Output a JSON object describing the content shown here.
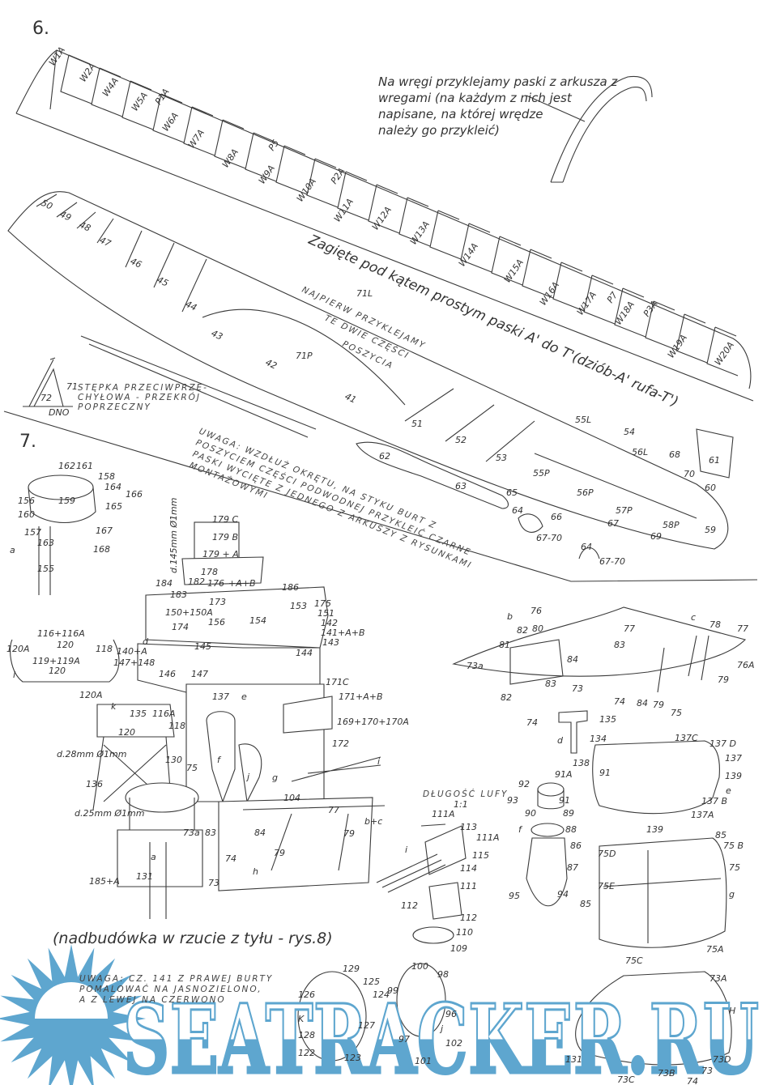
{
  "figure6": {
    "number": "6.",
    "frames_note": [
      "Na wręgi przyklejamy paski z arkusza z",
      "wregami (na każdym z nich jest",
      "napisane, na której wrędze",
      "należy go przykleić)"
    ],
    "bend_note": "Zagięte pod kątem prostym paski A' do T'(dziób-A' rufa-T')",
    "first_glue_note": [
      "NAJPIERW PRZYKLEJAMY",
      "TE DWIE CZĘŚCI",
      "POSZYCIA"
    ],
    "keel_note": [
      "STĘPKA PRZECIWPRZE-",
      "CHYŁOWA - PRZEKRÓJ",
      "POPRZECZNY"
    ],
    "keel_labels": [
      "71",
      "72",
      "DNO"
    ],
    "frame_labels": [
      "W1A",
      "W2A",
      "W4A",
      "W5A",
      "P1A",
      "W6A",
      "W7A",
      "W8A",
      "P5",
      "W9A",
      "W10A",
      "P2A",
      "W11A",
      "W12A",
      "W13A",
      "W14A",
      "W15A",
      "W16A",
      "W17A",
      "P7",
      "W18A",
      "P3A",
      "W19A",
      "W20A"
    ],
    "hull_labels": [
      "50",
      "49",
      "48",
      "47",
      "46",
      "45",
      "44",
      "43",
      "42",
      "41",
      "51",
      "52",
      "53",
      "54",
      "55L",
      "56L",
      "55P",
      "56P",
      "57P",
      "58P",
      "59",
      "71L",
      "71P",
      "68",
      "70",
      "61",
      "60",
      "69",
      "67",
      "62",
      "63",
      "65",
      "64",
      "66",
      "67-70",
      "64",
      "67-70"
    ]
  },
  "figure7": {
    "number": "7.",
    "seam_note": [
      "UWAGA: WZDŁUŻ OKRĘTU, NA STYKU BURT Z",
      "POSZYCIEM CZĘŚCI PODWODNEJ PRZYKLEIĆ CZARNE",
      "PASKI WYCIĘTE Z JEDNEGO Z ARKUSZY Z RYSUNKAMI",
      "MONTAŻOWYMI"
    ],
    "barrel_length_label": "DŁUGOŚĆ LUFY",
    "barrel_scale": "1:1",
    "caption": "(nadbudówka w rzucie z tyłu - rys.8)",
    "paint_note": [
      "UWAGA: CZ. 141 Z PRAWEJ BURTY",
      "POMALOWAĆ NA JASNOZIELONO,",
      "A Z LEWEJ NA CZERWONO"
    ],
    "part_labels": [
      "a",
      "162",
      "161",
      "158",
      "164",
      "166",
      "156",
      "159",
      "165",
      "160",
      "157",
      "163",
      "167",
      "168",
      "155",
      "179 C",
      "179 B",
      "179 + A",
      "178",
      "d.145mm Ø1mm",
      "184",
      "183",
      "182",
      "176",
      "+A+B",
      "173",
      "150+150A",
      "174",
      "156",
      "154",
      "186",
      "153",
      "175",
      "151",
      "142",
      "141+A+B",
      "143",
      "144",
      "l",
      "116+116A",
      "120A",
      "120",
      "118",
      "119+119A",
      "120",
      "d",
      "140+A",
      "145",
      "146",
      "147",
      "147+148",
      "137",
      "e",
      "k",
      "120A",
      "116A",
      "135",
      "118",
      "120",
      "d.28mm Ø1mm",
      "136",
      "130",
      "75",
      "f",
      "j",
      "g",
      "171C",
      "171+A+B",
      "169+170+170A",
      "172",
      "i",
      "104",
      "77",
      "b+c",
      "79",
      "79",
      "d.25mm Ø1mm",
      "83",
      "84",
      "73a",
      "74",
      "a",
      "h",
      "131",
      "185+A",
      "73",
      "b",
      "76",
      "77",
      "c",
      "78",
      "77",
      "76A",
      "79",
      "82",
      "80",
      "81",
      "84",
      "73a",
      "83",
      "73",
      "82",
      "83",
      "74",
      "74",
      "84",
      "79",
      "75",
      "135",
      "d",
      "134",
      "137C",
      "137 D",
      "138",
      "137",
      "139",
      "e",
      "91",
      "137 B",
      "137A",
      "139",
      "91A",
      "92",
      "93",
      "90",
      "91",
      "89",
      "f",
      "88",
      "86",
      "87",
      "95",
      "94",
      "75D",
      "85",
      "75 B",
      "75",
      "75E",
      "85",
      "g",
      "75C",
      "75A",
      "111A",
      "113",
      "111A",
      "115",
      "114",
      "i",
      "111",
      "112",
      "112",
      "110",
      "109",
      "129",
      "125",
      "126",
      "124",
      "K",
      "128",
      "127",
      "122",
      "123",
      "100",
      "98",
      "99",
      "96",
      "j",
      "97",
      "102",
      "101",
      "131",
      "73A",
      "H",
      "73C",
      "73B",
      "74",
      "73",
      "73D"
    ]
  },
  "watermark": {
    "text": "SEATRACKER.RU",
    "color": "#5ea6cf"
  }
}
